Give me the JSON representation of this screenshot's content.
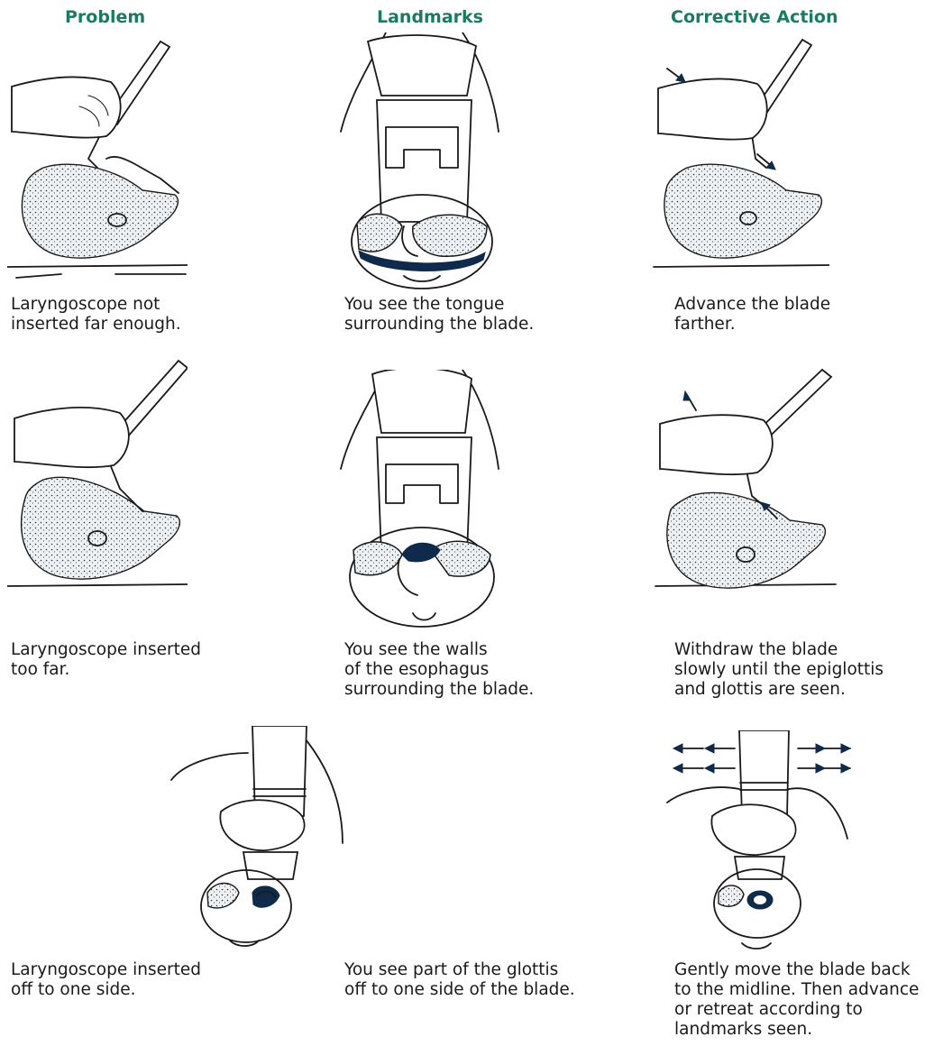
{
  "headers": {
    "problem": "Problem",
    "landmarks": "Landmarks",
    "corrective": "Corrective Action"
  },
  "rows": [
    {
      "problem": "Laryngoscope not\ninserted far enough.",
      "landmarks": "You see the tongue\nsurrounding the blade.",
      "corrective": "Advance the blade\nfarther."
    },
    {
      "problem": "Laryngoscope inserted\ntoo far.",
      "landmarks": "You see the walls\nof the esophagus\nsurrounding the blade.",
      "corrective": "Withdraw the blade\nslowly until the epiglottis\nand glottis are seen."
    },
    {
      "problem": "Laryngoscope inserted\noff to one side.",
      "landmarks": "You see part of the glottis\noff to one side of the blade.",
      "corrective": "Gently move the blade back\nto the midline. Then advance\nor retreat according to\nlandmarks seen."
    }
  ]
}
